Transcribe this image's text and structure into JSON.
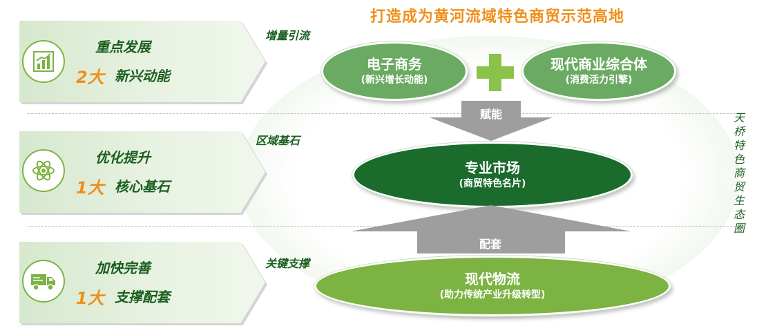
{
  "headline": "打造成为黄河流域特色商贸示范高地",
  "banners": [
    {
      "title": "重点发展",
      "num": "2大",
      "sub": "新兴动能",
      "icon": "bar-chart-icon"
    },
    {
      "title": "优化提升",
      "num": "1大",
      "sub": "核心基石",
      "icon": "atom-icon"
    },
    {
      "title": "加快完善",
      "num": "1大",
      "sub": "支撑配套",
      "icon": "truck-icon"
    }
  ],
  "side_labels": [
    "增量引流",
    "区域基石",
    "关键支撑"
  ],
  "nodes": {
    "ecommerce": {
      "title": "电子商务",
      "sub": "(新兴增长动能)"
    },
    "complex": {
      "title": "现代商业综合体",
      "sub": "(消费活力引擎)"
    },
    "market": {
      "title": "专业市场",
      "sub": "(商贸特色名片)"
    },
    "logistics": {
      "title": "现代物流",
      "sub": "(助力传统产业升级转型)"
    }
  },
  "arrows": {
    "down": "赋能",
    "up": "配套"
  },
  "ecosystem_label": "天桥特色商贸生态圈",
  "colors": {
    "dark_green": "#1b6b2c",
    "mid_green": "#6aaa62",
    "light_green": "#8bc34a",
    "orange": "#ef8f1b",
    "gray_arrow": "#9e9e9e"
  }
}
